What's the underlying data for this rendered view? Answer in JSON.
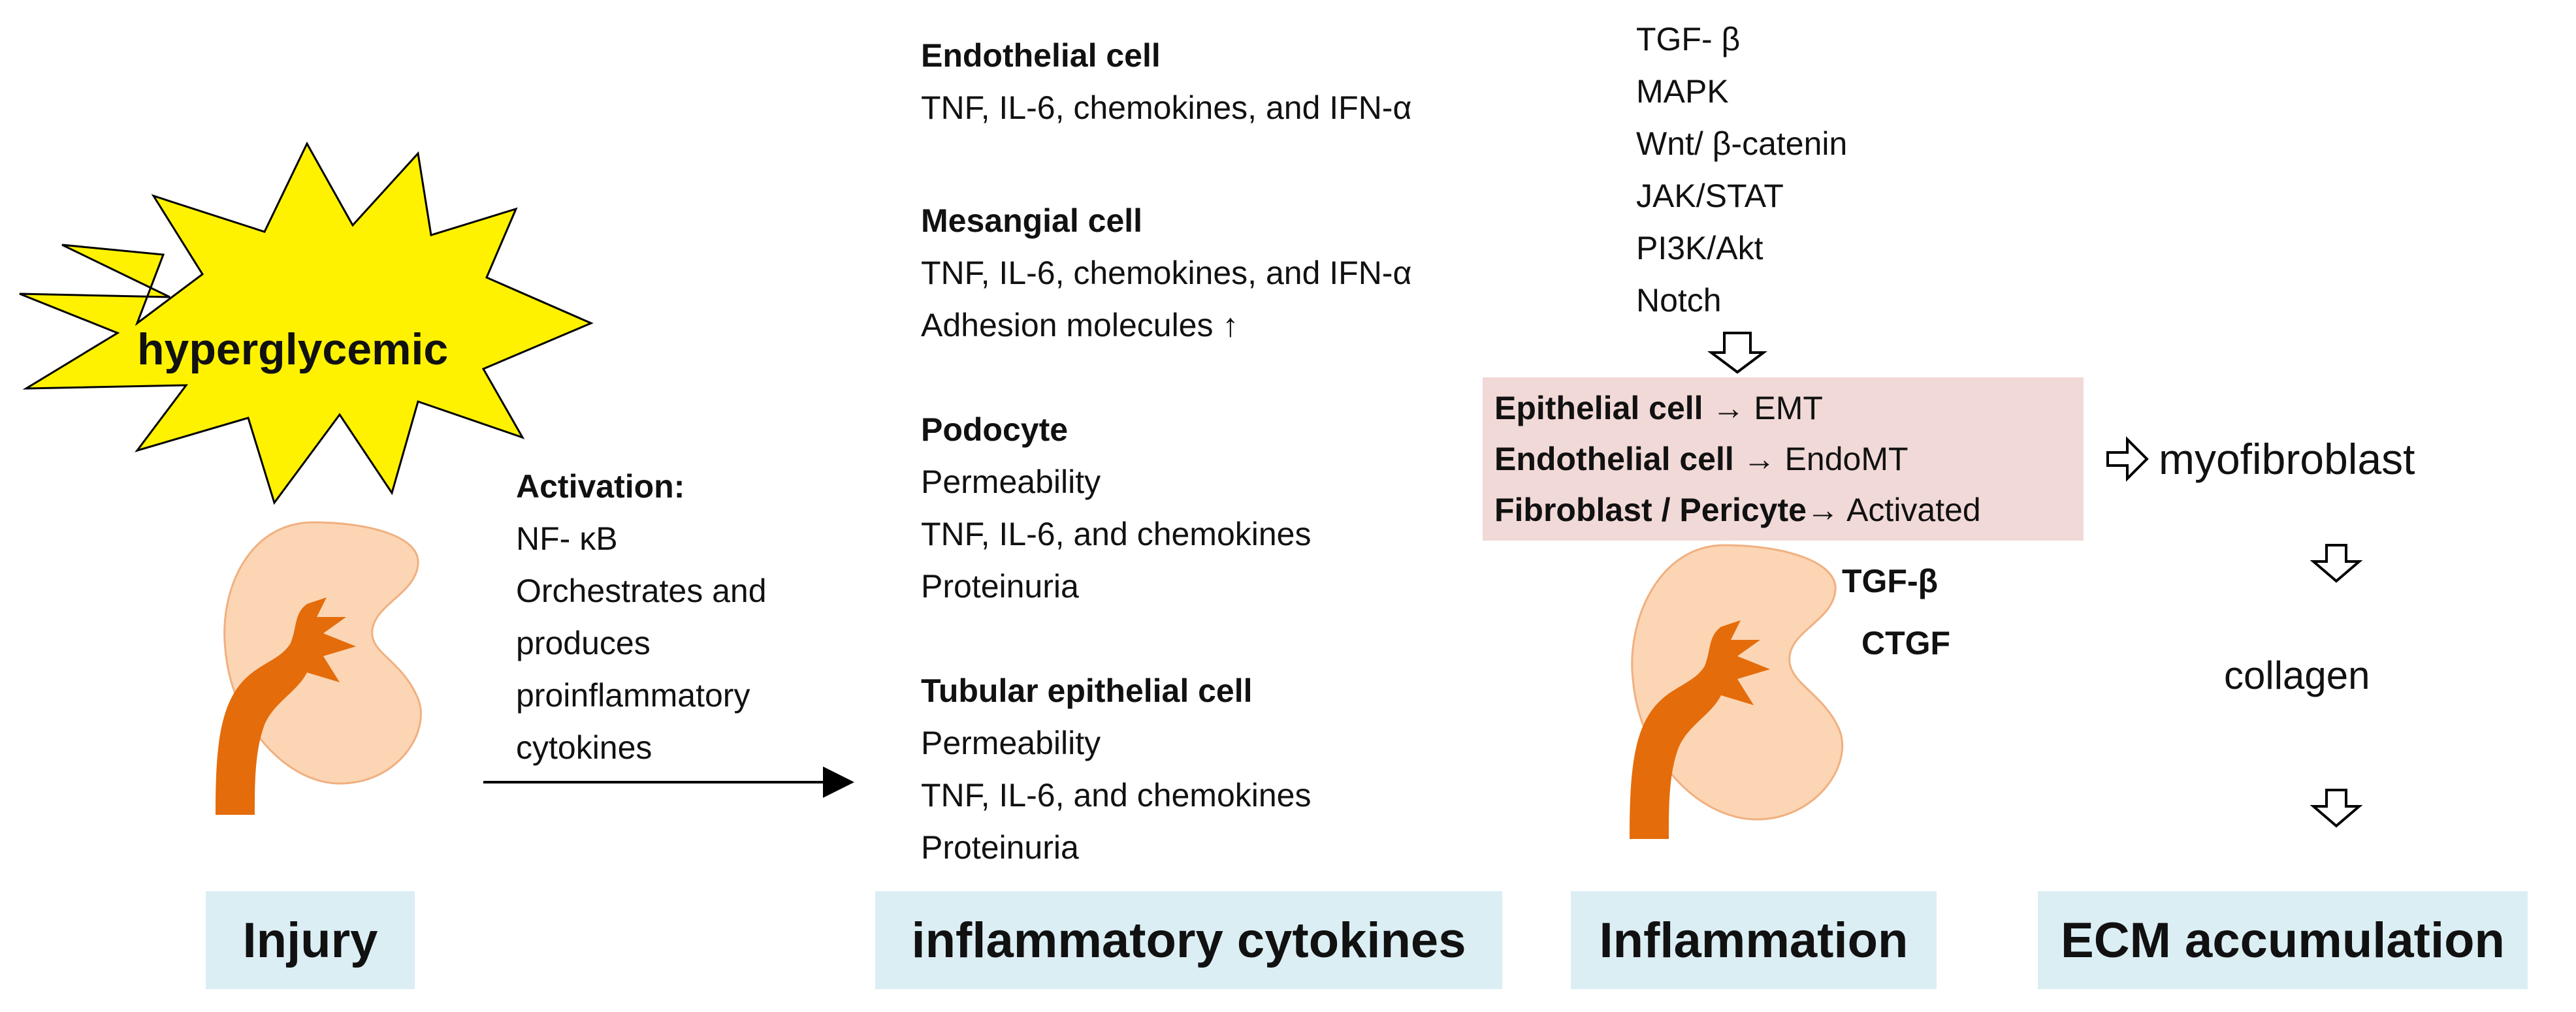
{
  "injury_section": {
    "burst_label": "hyperglycemic",
    "activation": {
      "title": "Activation:",
      "lines": [
        "NF- κB",
        "Orchestrates and",
        "produces",
        "proinflammatory",
        "cytokines"
      ]
    },
    "stage_label": "Injury"
  },
  "cytokines_section": {
    "cells": [
      {
        "title": "Endothelial cell",
        "lines": [
          "TNF, IL-6, chemokines, and IFN-α"
        ]
      },
      {
        "title": "Mesangial cell",
        "lines": [
          "TNF, IL-6, chemokines, and IFN-α",
          "Adhesion molecules ↑"
        ]
      },
      {
        "title": "Podocyte",
        "lines": [
          "Permeability",
          "TNF, IL-6, and chemokines",
          "Proteinuria"
        ]
      },
      {
        "title": "Tubular epithelial cell",
        "lines": [
          "Permeability",
          "TNF, IL-6, and chemokines",
          "Proteinuria"
        ]
      }
    ],
    "stage_label": "inflammatory cytokines"
  },
  "inflammation_section": {
    "pathways": [
      "TGF- β",
      "MAPK",
      "Wnt/ β-catenin",
      "JAK/STAT",
      "PI3K/Akt",
      "Notch"
    ],
    "transitions": [
      {
        "cell": "Epithelial cell",
        "arrow": " → ",
        "result": "EMT"
      },
      {
        "cell": "Endothelial cell",
        "arrow": " → ",
        "result": "EndoMT"
      },
      {
        "cell": "Fibroblast / Pericyte",
        "arrow": "→ ",
        "result": "Activated"
      }
    ],
    "factors": [
      "TGF-β",
      "CTGF"
    ],
    "stage_label": "Inflammation"
  },
  "ecm_section": {
    "steps": [
      "myofibroblast",
      "collagen"
    ],
    "stage_label": "ECM accumulation"
  },
  "colors": {
    "burst_fill": "#fff200",
    "kidney_fill": "#fcd5b4",
    "kidney_vessel": "#e46c0a",
    "stage_box": "#dbeef4",
    "highlight_box": "#f1d9d8"
  }
}
